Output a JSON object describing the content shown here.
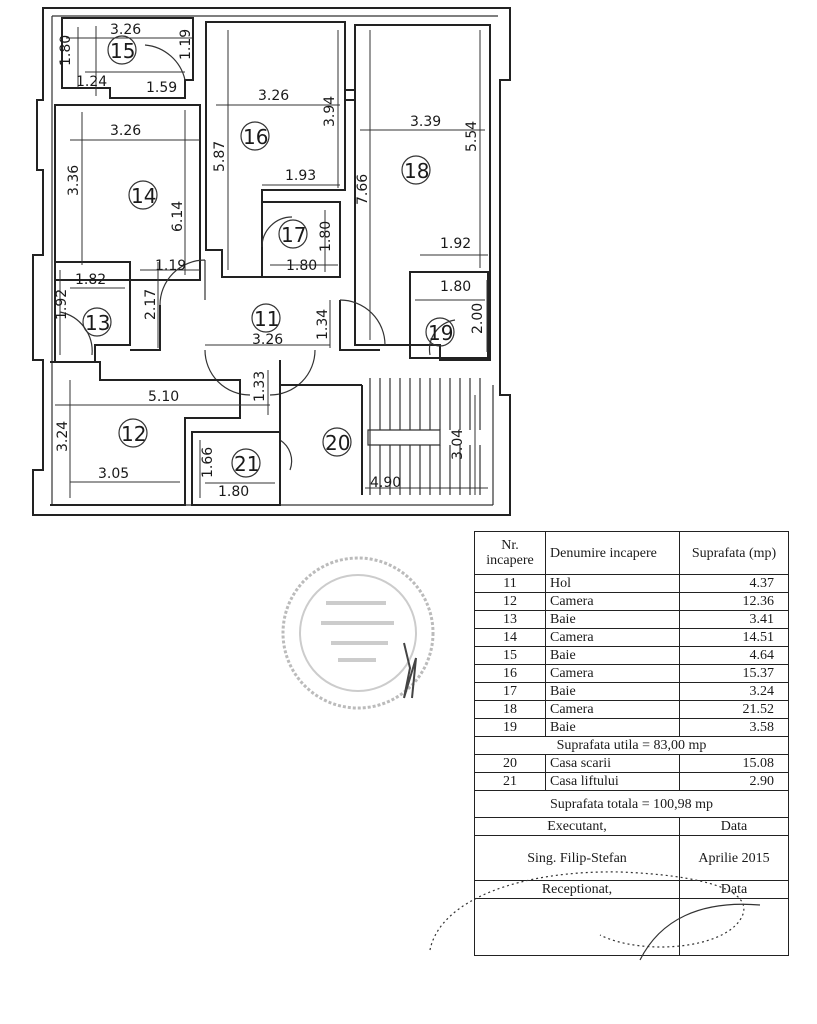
{
  "plan": {
    "rooms": [
      "15",
      "16",
      "18",
      "14",
      "17",
      "11",
      "13",
      "19",
      "12",
      "21",
      "20"
    ],
    "dims": {
      "r15_top": "3.26",
      "r15_left": "1.80",
      "r15_right": "1.19",
      "r15_bottom_a": "1.24",
      "r15_bottom_b": "1.59",
      "r16_top": "3.26",
      "r16_right": "3.94",
      "r16_left": "5.87",
      "r16_bottom": "1.93",
      "r14_top": "3.26",
      "r14_left": "3.36",
      "r14_right": "6.14",
      "r14_bottom": "1.19",
      "r17_right": "1.80",
      "r17_bottom": "1.80",
      "r18_top": "3.39",
      "r18_right": "5.54",
      "r18_left": "7.66",
      "r18_bottom": "1.92",
      "r19_top": "1.80",
      "r19_right": "2.00",
      "r13_top": "1.82",
      "r13_left": "1.92",
      "r13_right": "2.17",
      "r11_bottom": "3.26",
      "r11_right": "1.34",
      "r12_top": "5.10",
      "r12_left": "3.24",
      "r12_bottom": "3.05",
      "r12_right": "1.33",
      "r21_left": "1.66",
      "r21_bottom": "1.80",
      "r20_right": "3.04",
      "r20_bottom": "4.90"
    }
  },
  "legend": {
    "header": {
      "nr": "Nr. incapere",
      "name": "Denumire incapere",
      "area": "Suprafata (mp)"
    },
    "rows": [
      {
        "nr": "11",
        "name": "Hol",
        "area": "4.37"
      },
      {
        "nr": "12",
        "name": "Camera",
        "area": "12.36"
      },
      {
        "nr": "13",
        "name": "Baie",
        "area": "3.41"
      },
      {
        "nr": "14",
        "name": "Camera",
        "area": "14.51"
      },
      {
        "nr": "15",
        "name": "Baie",
        "area": "4.64"
      },
      {
        "nr": "16",
        "name": "Camera",
        "area": "15.37"
      },
      {
        "nr": "17",
        "name": "Baie",
        "area": "3.24"
      },
      {
        "nr": "18",
        "name": "Camera",
        "area": "21.52"
      },
      {
        "nr": "19",
        "name": "Baie",
        "area": "3.58"
      }
    ],
    "subtotal": "Suprafata utila = 83,00 mp",
    "rows2": [
      {
        "nr": "20",
        "name": "Casa scarii",
        "area": "15.08"
      },
      {
        "nr": "21",
        "name": "Casa liftului",
        "area": "2.90"
      }
    ],
    "total": "Suprafata totala = 100,98 mp",
    "executant": "Executant,",
    "date_label": "Data",
    "engineer": "Sing. Filip-Stefan",
    "date_value": "Aprilie 2015",
    "receptionat": "Receptionat,",
    "date_label2": "Data"
  }
}
